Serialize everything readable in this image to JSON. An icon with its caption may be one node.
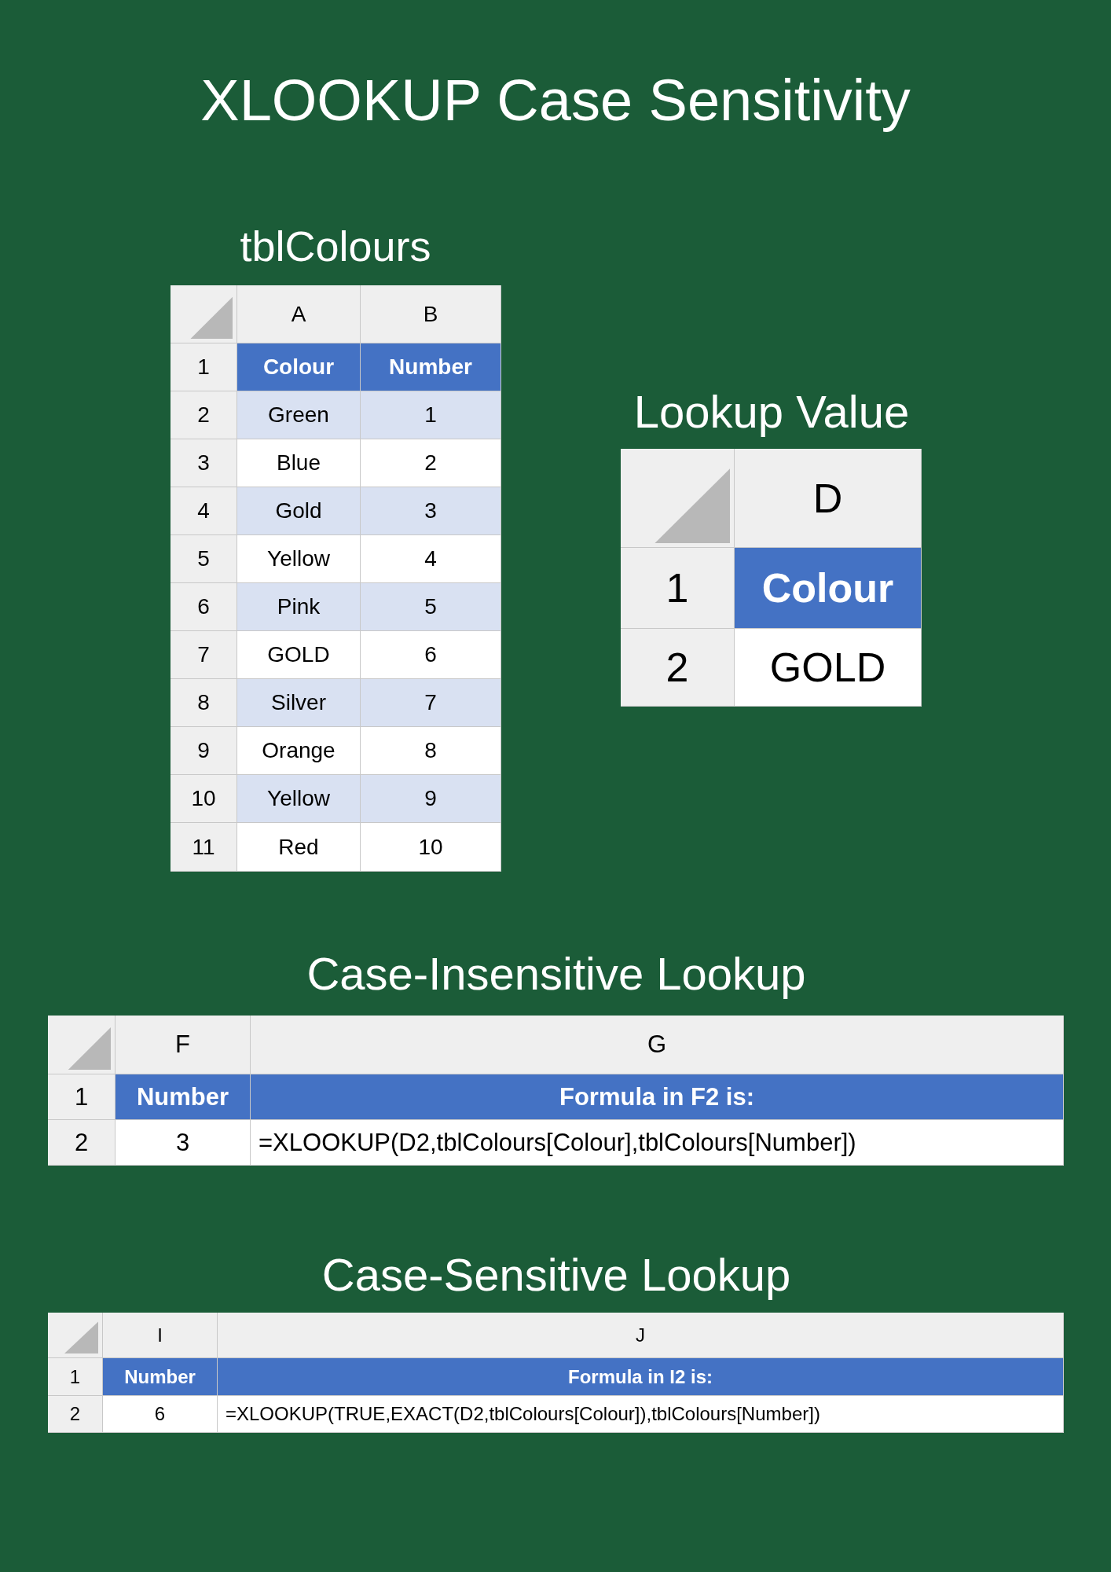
{
  "diagram": {
    "title": "XLOOKUP Case Sensitivity",
    "labels": [
      "tblColours",
      "A",
      "B",
      "1",
      "Colour",
      "Number",
      "2",
      "Green",
      "1",
      "3",
      "Blue",
      "2",
      "4",
      "Gold",
      "3",
      "5",
      "Yellow",
      "4",
      "6",
      "Pink",
      "5",
      "7",
      "GOLD",
      "6",
      "8",
      "Silver",
      "7",
      "9",
      "Orange",
      "8",
      "10",
      "Yellow",
      "9",
      "11",
      "Red",
      "10",
      "Lookup Value",
      "D",
      "1",
      "Colour",
      "2",
      "GOLD",
      "Case-Insensitive Lookup",
      "F",
      "G",
      "1",
      "Number",
      "Formula in F2 is:",
      "2",
      "3",
      "=XLOOKUP(D2,tblColours[Colour],tblColours[Number])",
      "Case-Sensitive Lookup",
      "I",
      "J",
      "1",
      "Number",
      "Formula in I2 is:",
      "2",
      "6",
      "=XLOOKUP(TRUE,EXACT(D2,tblColours[Colour]),tblColours[Number])"
    ]
  }
}
